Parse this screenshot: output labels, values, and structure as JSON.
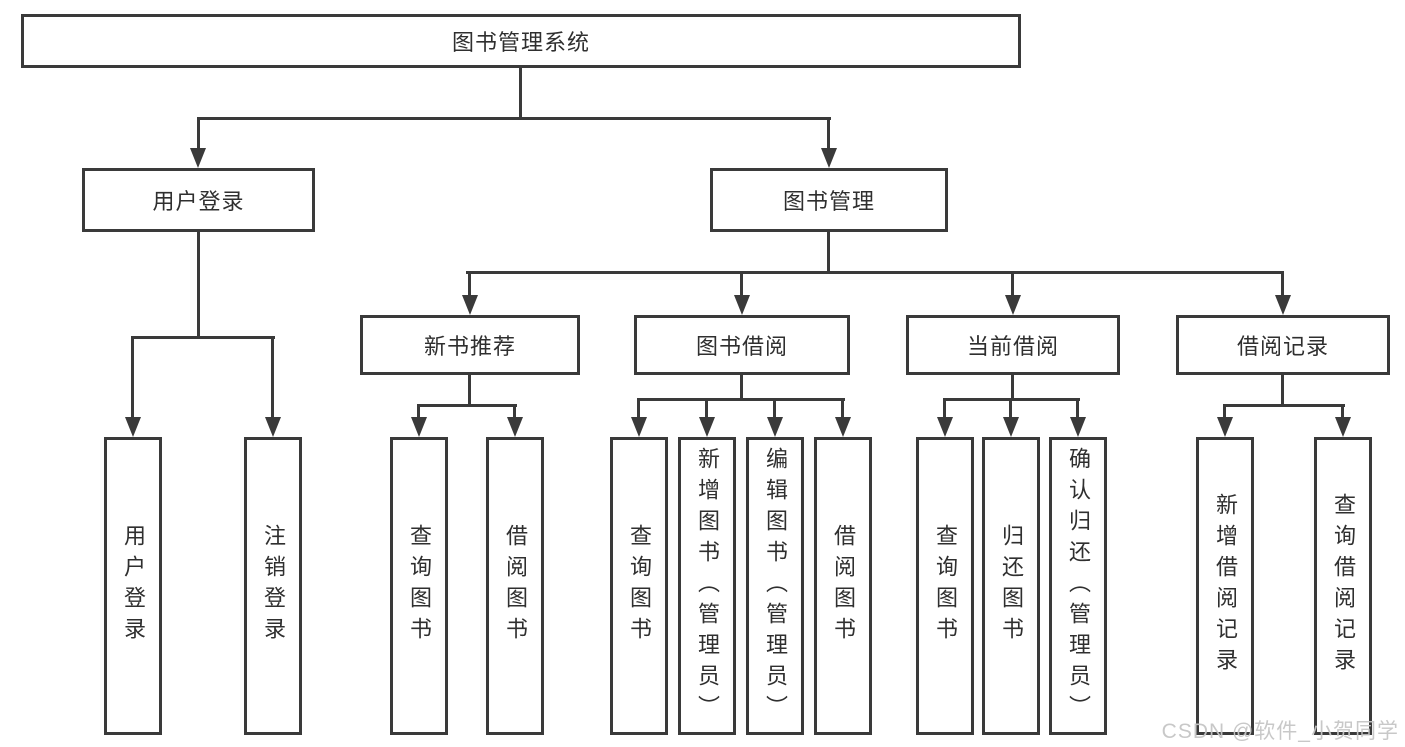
{
  "colors": {
    "line": "#3a3a3a",
    "text": "#2f2f2f",
    "background": "#ffffff",
    "watermark": "#c5c5c5"
  },
  "root": {
    "label": "图书管理系统"
  },
  "branches": [
    {
      "label": "用户登录",
      "leaves": [
        "用户登录",
        "注销登录"
      ]
    },
    {
      "label": "图书管理",
      "children": [
        {
          "label": "新书推荐",
          "leaves": [
            "查询图书",
            "借阅图书"
          ]
        },
        {
          "label": "图书借阅",
          "leaves": [
            "查询图书",
            "新增图书（管理员）",
            "编辑图书（管理员）",
            "借阅图书"
          ]
        },
        {
          "label": "当前借阅",
          "leaves": [
            "查询图书",
            "归还图书",
            "确认归还（管理员）"
          ]
        },
        {
          "label": "借阅记录",
          "leaves": [
            "新增借阅记录",
            "查询借阅记录"
          ]
        }
      ]
    }
  ],
  "watermark": "CSDN @软件_小贺同学"
}
